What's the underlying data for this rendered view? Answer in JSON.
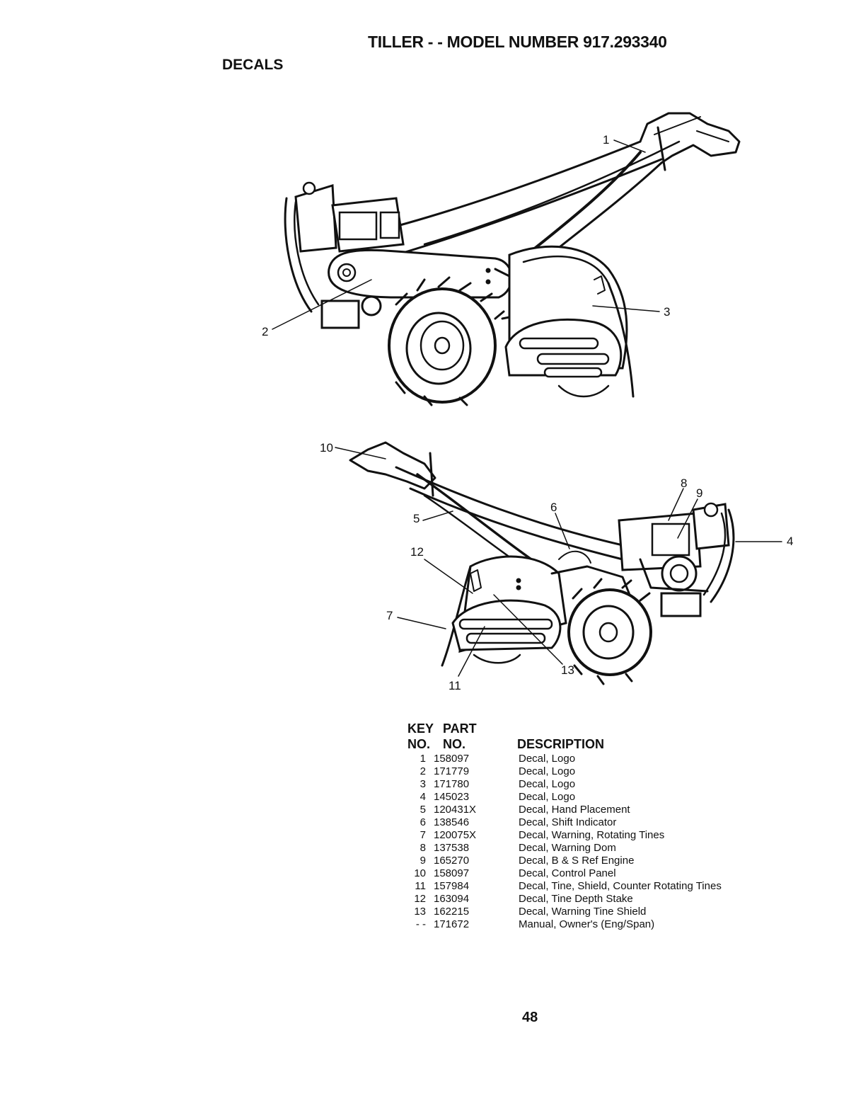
{
  "header": {
    "title": "TILLER - - MODEL NUMBER 917.293340",
    "section": "DECALS"
  },
  "callouts": {
    "top": [
      "1",
      "2",
      "3"
    ],
    "bottom": [
      "4",
      "5",
      "6",
      "7",
      "8",
      "9",
      "10",
      "11",
      "12",
      "13"
    ]
  },
  "parts_table": {
    "headers": {
      "key_line1": "KEY",
      "key_line2": "NO.",
      "part_line1": "PART",
      "part_line2": "NO.",
      "description": "DESCRIPTION"
    },
    "rows": [
      {
        "key": "1",
        "part": "158097",
        "description": "Decal, Logo"
      },
      {
        "key": "2",
        "part": "171779",
        "description": "Decal, Logo"
      },
      {
        "key": "3",
        "part": "171780",
        "description": "Decal, Logo"
      },
      {
        "key": "4",
        "part": "145023",
        "description": "Decal, Logo"
      },
      {
        "key": "5",
        "part": "120431X",
        "description": "Decal, Hand Placement"
      },
      {
        "key": "6",
        "part": "138546",
        "description": "Decal, Shift Indicator"
      },
      {
        "key": "7",
        "part": "120075X",
        "description": "Decal, Warning, Rotating Tines"
      },
      {
        "key": "8",
        "part": "137538",
        "description": "Decal, Warning Dom"
      },
      {
        "key": "9",
        "part": "165270",
        "description": "Decal, B & S Ref Engine"
      },
      {
        "key": "10",
        "part": "158097",
        "description": "Decal, Control Panel"
      },
      {
        "key": "11",
        "part": "157984",
        "description": "Decal, Tine, Shield, Counter Rotating Tines"
      },
      {
        "key": "12",
        "part": "163094",
        "description": "Decal, Tine Depth Stake"
      },
      {
        "key": "13",
        "part": "162215",
        "description": "Decal, Warning Tine Shield"
      },
      {
        "key": "- -",
        "part": "171672",
        "description": "Manual, Owner's (Eng/Span)"
      }
    ]
  },
  "footer": {
    "page_number": "48"
  }
}
